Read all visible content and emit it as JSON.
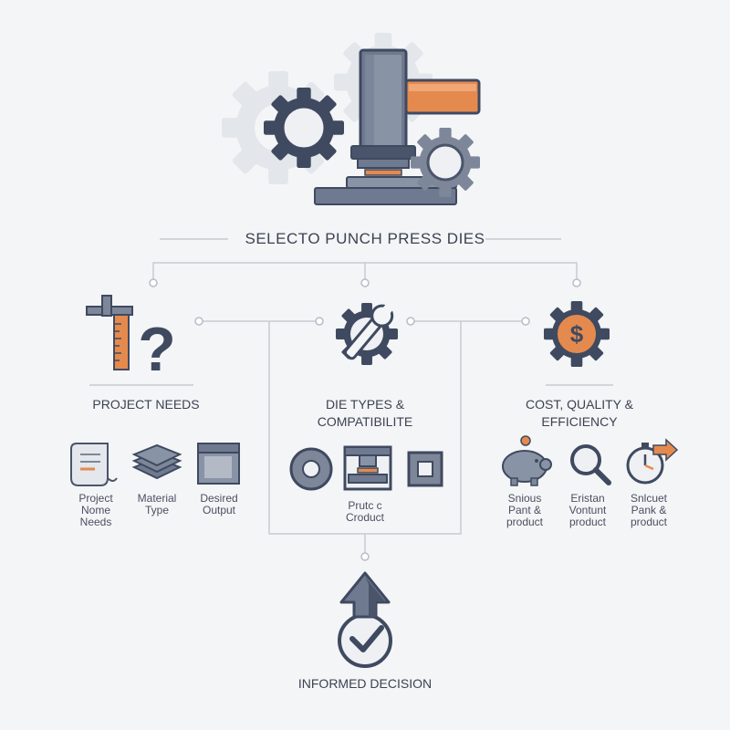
{
  "title": "SELECTO PUNCH PRESS DIES",
  "colors": {
    "navy": "#4a556b",
    "slate": "#7d8799",
    "light": "#d9dde3",
    "orange": "#e58a4e",
    "line": "#c7cbd2",
    "bg": "#f4f5f7"
  },
  "columns": [
    {
      "heading": [
        "PROJECT NEEDS"
      ],
      "items": [
        {
          "icon": "scroll-icon",
          "label": [
            "Project",
            "Nome",
            "Needs"
          ]
        },
        {
          "icon": "material-stack-icon",
          "label": [
            "Material",
            "Type"
          ]
        },
        {
          "icon": "output-block-icon",
          "label": [
            "Desired",
            "Output"
          ]
        }
      ]
    },
    {
      "heading": [
        "DIE TYPES &",
        "COMPATIBILITE"
      ],
      "caption": [
        "Prutc c",
        "Croduct"
      ]
    },
    {
      "heading": [
        "COST, QUALITY &",
        "EFFICIENCY"
      ],
      "items": [
        {
          "icon": "piggy-bank-icon",
          "label": [
            "Snious",
            "Pant &",
            "product"
          ]
        },
        {
          "icon": "magnifier-icon",
          "label": [
            "Eristan",
            "Vontunt",
            "product"
          ]
        },
        {
          "icon": "stopwatch-icon",
          "label": [
            "Snlcuet",
            "Pank &",
            "product"
          ]
        }
      ]
    }
  ],
  "footer": "INFORMED DECISION"
}
